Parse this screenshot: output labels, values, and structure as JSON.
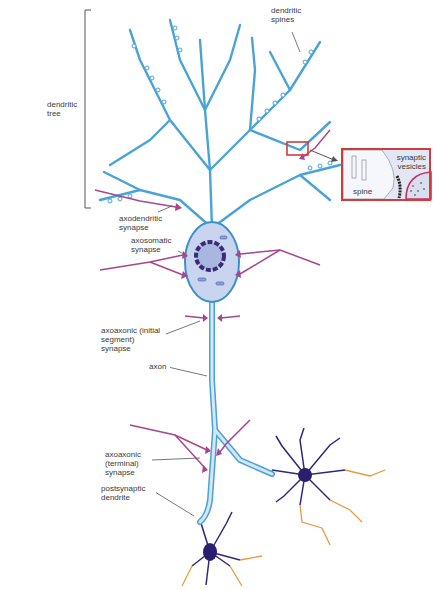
{
  "diagram": {
    "nodes": [
      {
        "text": [
          "synaptic vesicles",
          "spine"
        ]
      }
    ],
    "labels": [
      "dendritic spines",
      "dendritic tree",
      "axodendritic synapse",
      "axosomatic synapse",
      "axoaxonic (initial segment) synapse",
      "axon",
      "axoaxonic (terminal) synapse",
      "postsynaptic dendrite"
    ]
  }
}
